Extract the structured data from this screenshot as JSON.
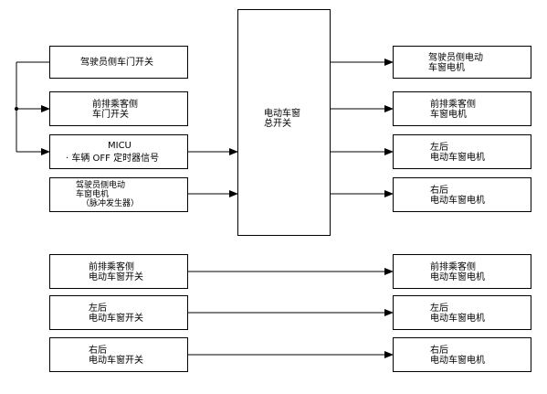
{
  "inputs": {
    "driver_door_switch": [
      "驾驶员侧车门开关"
    ],
    "front_passenger_door_switch": [
      "前排乘客侧",
      "车门开关"
    ],
    "micu": [
      "MICU",
      "· 车辆 OFF 定时器信号"
    ],
    "driver_window_motor_pulse": [
      "驾驶员侧电动",
      "车窗电机",
      "（脉冲发生器）"
    ]
  },
  "master_switch": [
    "电动车窗",
    "总开关"
  ],
  "outputs": {
    "driver_window_motor": [
      "驾驶员侧电动",
      "车窗电机"
    ],
    "front_passenger_window_motor": [
      "前排乘客侧",
      "车窗电机"
    ],
    "left_rear_window_motor": [
      "左后",
      "电动车窗电机"
    ],
    "right_rear_window_motor": [
      "右后",
      "电动车窗电机"
    ]
  },
  "lower": [
    {
      "switch": [
        "前排乘客侧",
        "电动车窗开关"
      ],
      "motor": [
        "前排乘客侧",
        "电动车窗电机"
      ]
    },
    {
      "switch": [
        "左后",
        "电动车窗开关"
      ],
      "motor": [
        "左后",
        "电动车窗电机"
      ]
    },
    {
      "switch": [
        "右后",
        "电动车窗开关"
      ],
      "motor": [
        "右后",
        "电动车窗电机"
      ]
    }
  ]
}
